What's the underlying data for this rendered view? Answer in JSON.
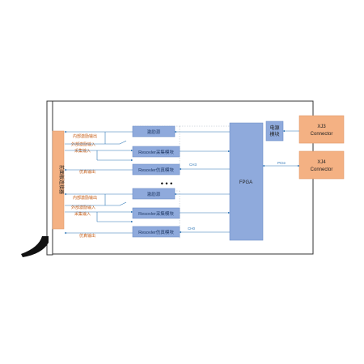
{
  "front_panel": {
    "label": "前面板连接器"
  },
  "module_power": {
    "line1": "电源",
    "line2": "模块"
  },
  "fpga": {
    "label": "FPGA"
  },
  "connectors": {
    "xj3": {
      "line1": "XJ3",
      "line2": "Connector"
    },
    "xj4": {
      "line1": "XJ4",
      "line2": "Connector"
    }
  },
  "bus_pcie": "PCIe",
  "channel_top": {
    "excitation_source": "激励源",
    "resolver_acquire": "Resovler采集模块",
    "resolver_sim": "Resovler仿真模块",
    "internal_exc_out": "内部激励输出",
    "external_exc_in": "外部激励输入",
    "acq_input": "采集输入",
    "sim_output": "仿真输出",
    "channel_label": "CH3"
  },
  "channel_bottom": {
    "excitation_source": "激励源",
    "resolver_acquire": "Resovler采集模块",
    "resolver_sim": "Resovler仿真模块",
    "internal_exc_out": "内部激励输出",
    "external_exc_in": "外部激励输入",
    "acq_input": "采集输入",
    "sim_output": "仿真输出",
    "channel_label": "CH0"
  },
  "ellipsis": "•   •   •",
  "colors": {
    "module_fill": "#8faadc",
    "module_stroke": "#6f8fc9",
    "connector_fill": "#f4b183",
    "connector_stroke": "#e09a6a",
    "line": "#2e75b6",
    "orange_text": "#c55a11"
  }
}
